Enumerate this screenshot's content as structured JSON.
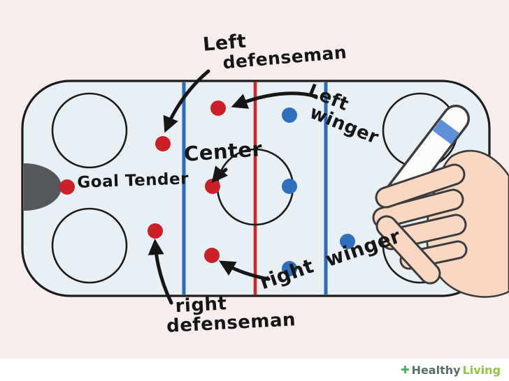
{
  "scene": {
    "background_color": "#f8eded",
    "footer_color": "#ffffff"
  },
  "rink": {
    "surface_color": "#e9f0f5",
    "border_color": "#1c1c1c",
    "center_line_color": "#d2232a",
    "blue_line_color": "#2a6bc2",
    "crease_color": "#54585d"
  },
  "players": {
    "red_color": "#cb2027",
    "blue_color": "#2e6fc0"
  },
  "labels": {
    "left_defenseman": {
      "line1": "Left",
      "line2": "defenseman"
    },
    "left_winger": {
      "line1": "Left",
      "line2": "winger"
    },
    "center": {
      "text": "Center"
    },
    "goal_tender": {
      "text": "Goal Tender"
    },
    "right_defenseman": {
      "line1": "right",
      "line2": "defenseman"
    },
    "right_winger": {
      "line1": "right",
      "line2": "winger"
    }
  },
  "logo": {
    "icon": "✚",
    "word1": "Healthy",
    "word2": "Living",
    "icon_color": "#4fae62",
    "word1_color": "#5b6e69",
    "word2_color": "#8dc63f"
  }
}
